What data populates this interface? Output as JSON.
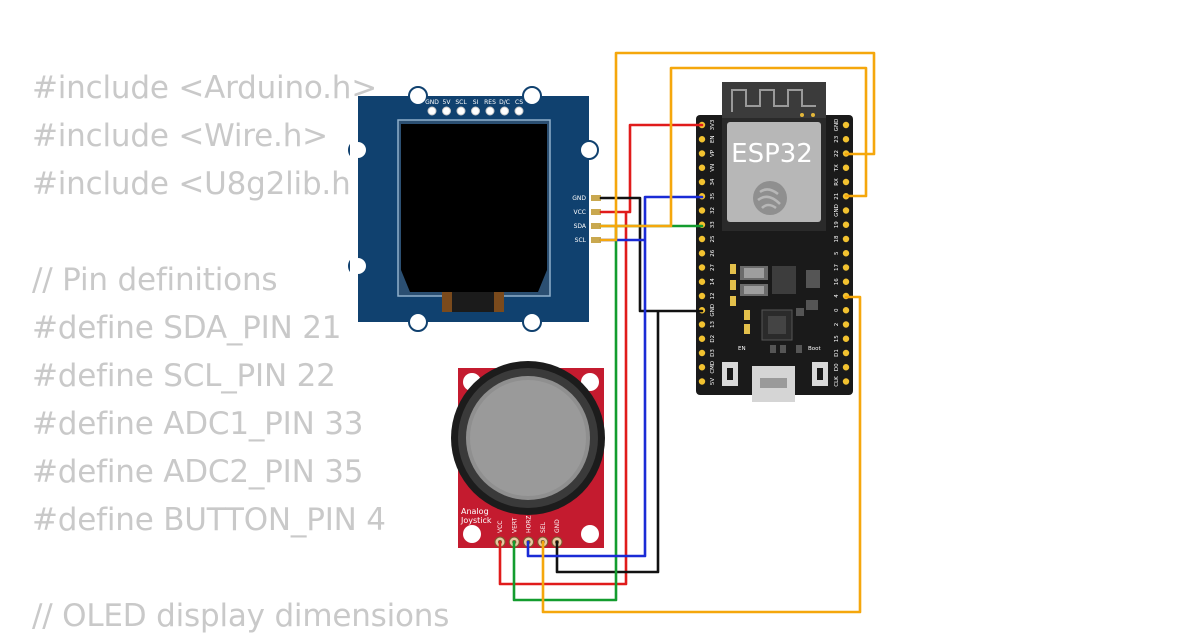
{
  "code_lines": [
    "#include <Arduino.h>",
    "#include <Wire.h>",
    "#include <U8g2lib.h>",
    "",
    "// Pin definitions",
    "#define SDA_PIN 21",
    "#define SCL_PIN 22",
    "#define ADC1_PIN 33",
    "#define ADC2_PIN 35",
    "#define BUTTON_PIN 4",
    "",
    "// OLED display dimensions"
  ],
  "oled": {
    "top_pins": [
      "GND",
      "5V",
      "SCL",
      "SI",
      "RES",
      "D/C",
      "CS"
    ],
    "side_pins": [
      "GND",
      "VCC",
      "SDA",
      "SCL"
    ]
  },
  "joystick": {
    "title_line1": "Analog",
    "title_line2": "Joystick",
    "pins": [
      "VCC",
      "VERT",
      "HORZ",
      "SEL",
      "GND"
    ]
  },
  "esp32": {
    "label": "ESP32",
    "en_label": "EN",
    "boot_label": "Boot",
    "left_pins": [
      "3V3",
      "EN",
      "VP",
      "VN",
      "34",
      "35",
      "32",
      "33",
      "25",
      "26",
      "27",
      "14",
      "12",
      "GND",
      "13",
      "D2",
      "D3",
      "CMD",
      "5V"
    ],
    "right_pins": [
      "GND",
      "23",
      "22",
      "TX",
      "RX",
      "21",
      "GND",
      "19",
      "18",
      "5",
      "17",
      "16",
      "4",
      "0",
      "2",
      "15",
      "D1",
      "D0",
      "CLK"
    ]
  },
  "colors": {
    "red": "#e01b1b",
    "black": "#111111",
    "green": "#139c2e",
    "blue": "#1a2bd6",
    "orange": "#f5a70c",
    "oled_board": "#10416f",
    "joystick_board": "#c41b2f",
    "esp_board": "#1a1a1a"
  }
}
